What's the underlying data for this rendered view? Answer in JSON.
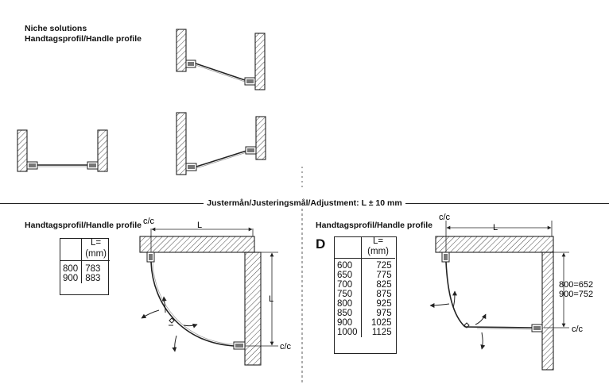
{
  "heading": {
    "niche": "Niche solutions",
    "handle_top": "Handtagsprofil/Handle profile"
  },
  "banner": "Justermån/Justeringsmål/Adjustment: L ± 10 mm",
  "panel_a": {
    "title": "Handtagsprofil/Handle profile",
    "col_header_l1": "L=",
    "col_header_l2": "(mm)",
    "rows": [
      [
        "800",
        "783"
      ],
      [
        "900",
        "883"
      ]
    ],
    "label_cc_top": "c/c",
    "label_L_top": "L",
    "label_L_side": "L",
    "label_cc_bottom": "c/c"
  },
  "panel_d": {
    "letter": "D",
    "title": "Handtagsprofil/Handle profile",
    "col_header_l1": "L=",
    "col_header_l2": "(mm)",
    "rows": [
      [
        "600",
        "725"
      ],
      [
        "650",
        "775"
      ],
      [
        "700",
        "825"
      ],
      [
        "750",
        "875"
      ],
      [
        "800",
        "925"
      ],
      [
        "850",
        "975"
      ],
      [
        "900",
        "1025"
      ],
      [
        "1000",
        "1125"
      ]
    ],
    "label_cc_top": "c/c",
    "label_L_top": "L",
    "label_side_1": "800=652",
    "label_side_2": "900=752",
    "label_cc_right": "c/c"
  }
}
